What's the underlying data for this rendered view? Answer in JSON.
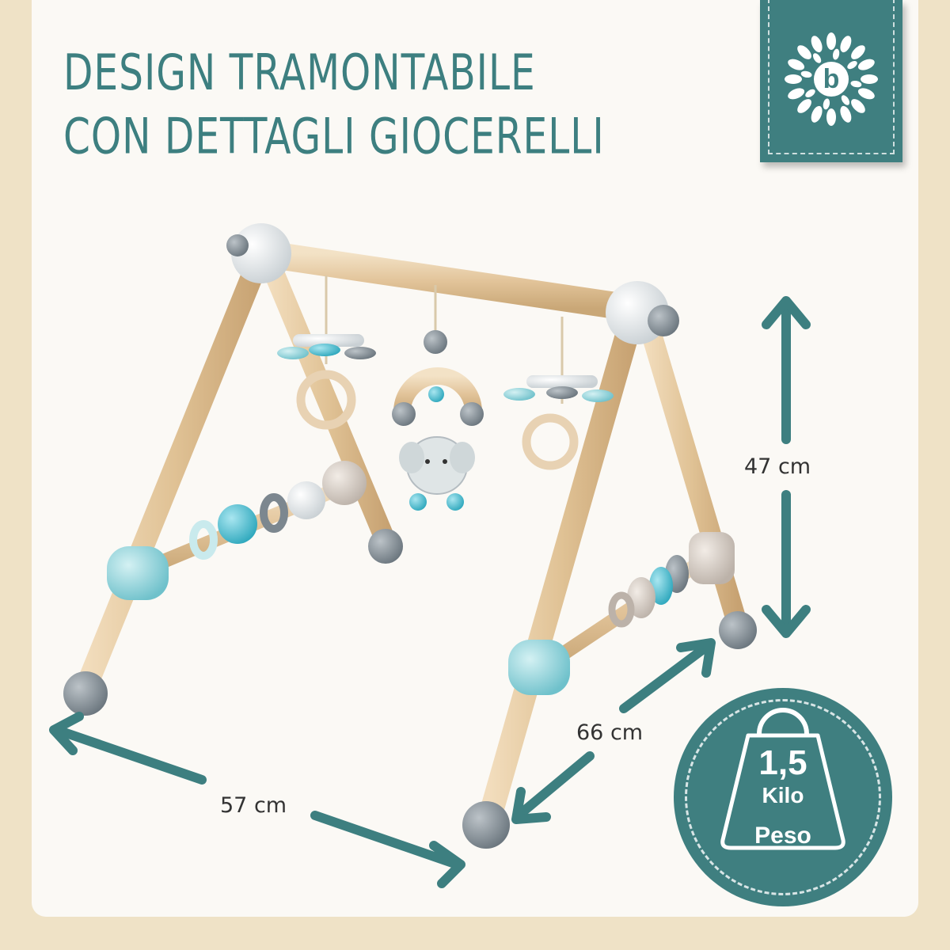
{
  "headline": {
    "line1": "Design tramontabile",
    "line2": "con dettagli giocerelli"
  },
  "brand": {
    "logo_letter": "b",
    "icon": "flower-logo-icon"
  },
  "dimensions": {
    "height": "47 cm",
    "depth": "66 cm",
    "width": "57 cm"
  },
  "weight_badge": {
    "value": "1,5",
    "unit": "Kilo",
    "label": "Peso",
    "icon": "weight-icon"
  },
  "colors": {
    "accent": "#3f7f80",
    "background": "#efe2c6",
    "card": "#fbf9f5",
    "wood": "#e3c9a2",
    "mint": "#9fd6dc",
    "grey": "#8c969e"
  }
}
